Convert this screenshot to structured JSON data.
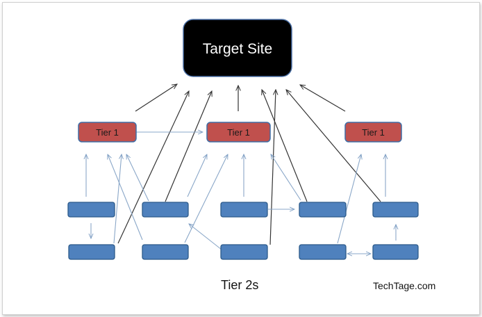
{
  "colors": {
    "target_fill": "#000000",
    "target_stroke": "#4a6fa5",
    "tier1_fill": "#c0504d",
    "tier1_stroke": "#3f6ea6",
    "tier2_fill": "#4f81bd",
    "tier2_stroke": "#2c5a8a",
    "arrow_dark": "#333333",
    "arrow_light": "#8aa7c8"
  },
  "target": {
    "label": "Target Site"
  },
  "tier1": [
    {
      "label": "Tier 1"
    },
    {
      "label": "Tier 1"
    },
    {
      "label": "Tier 1"
    }
  ],
  "tier2_label": "Tier 2s",
  "brand": "TechTage.com"
}
